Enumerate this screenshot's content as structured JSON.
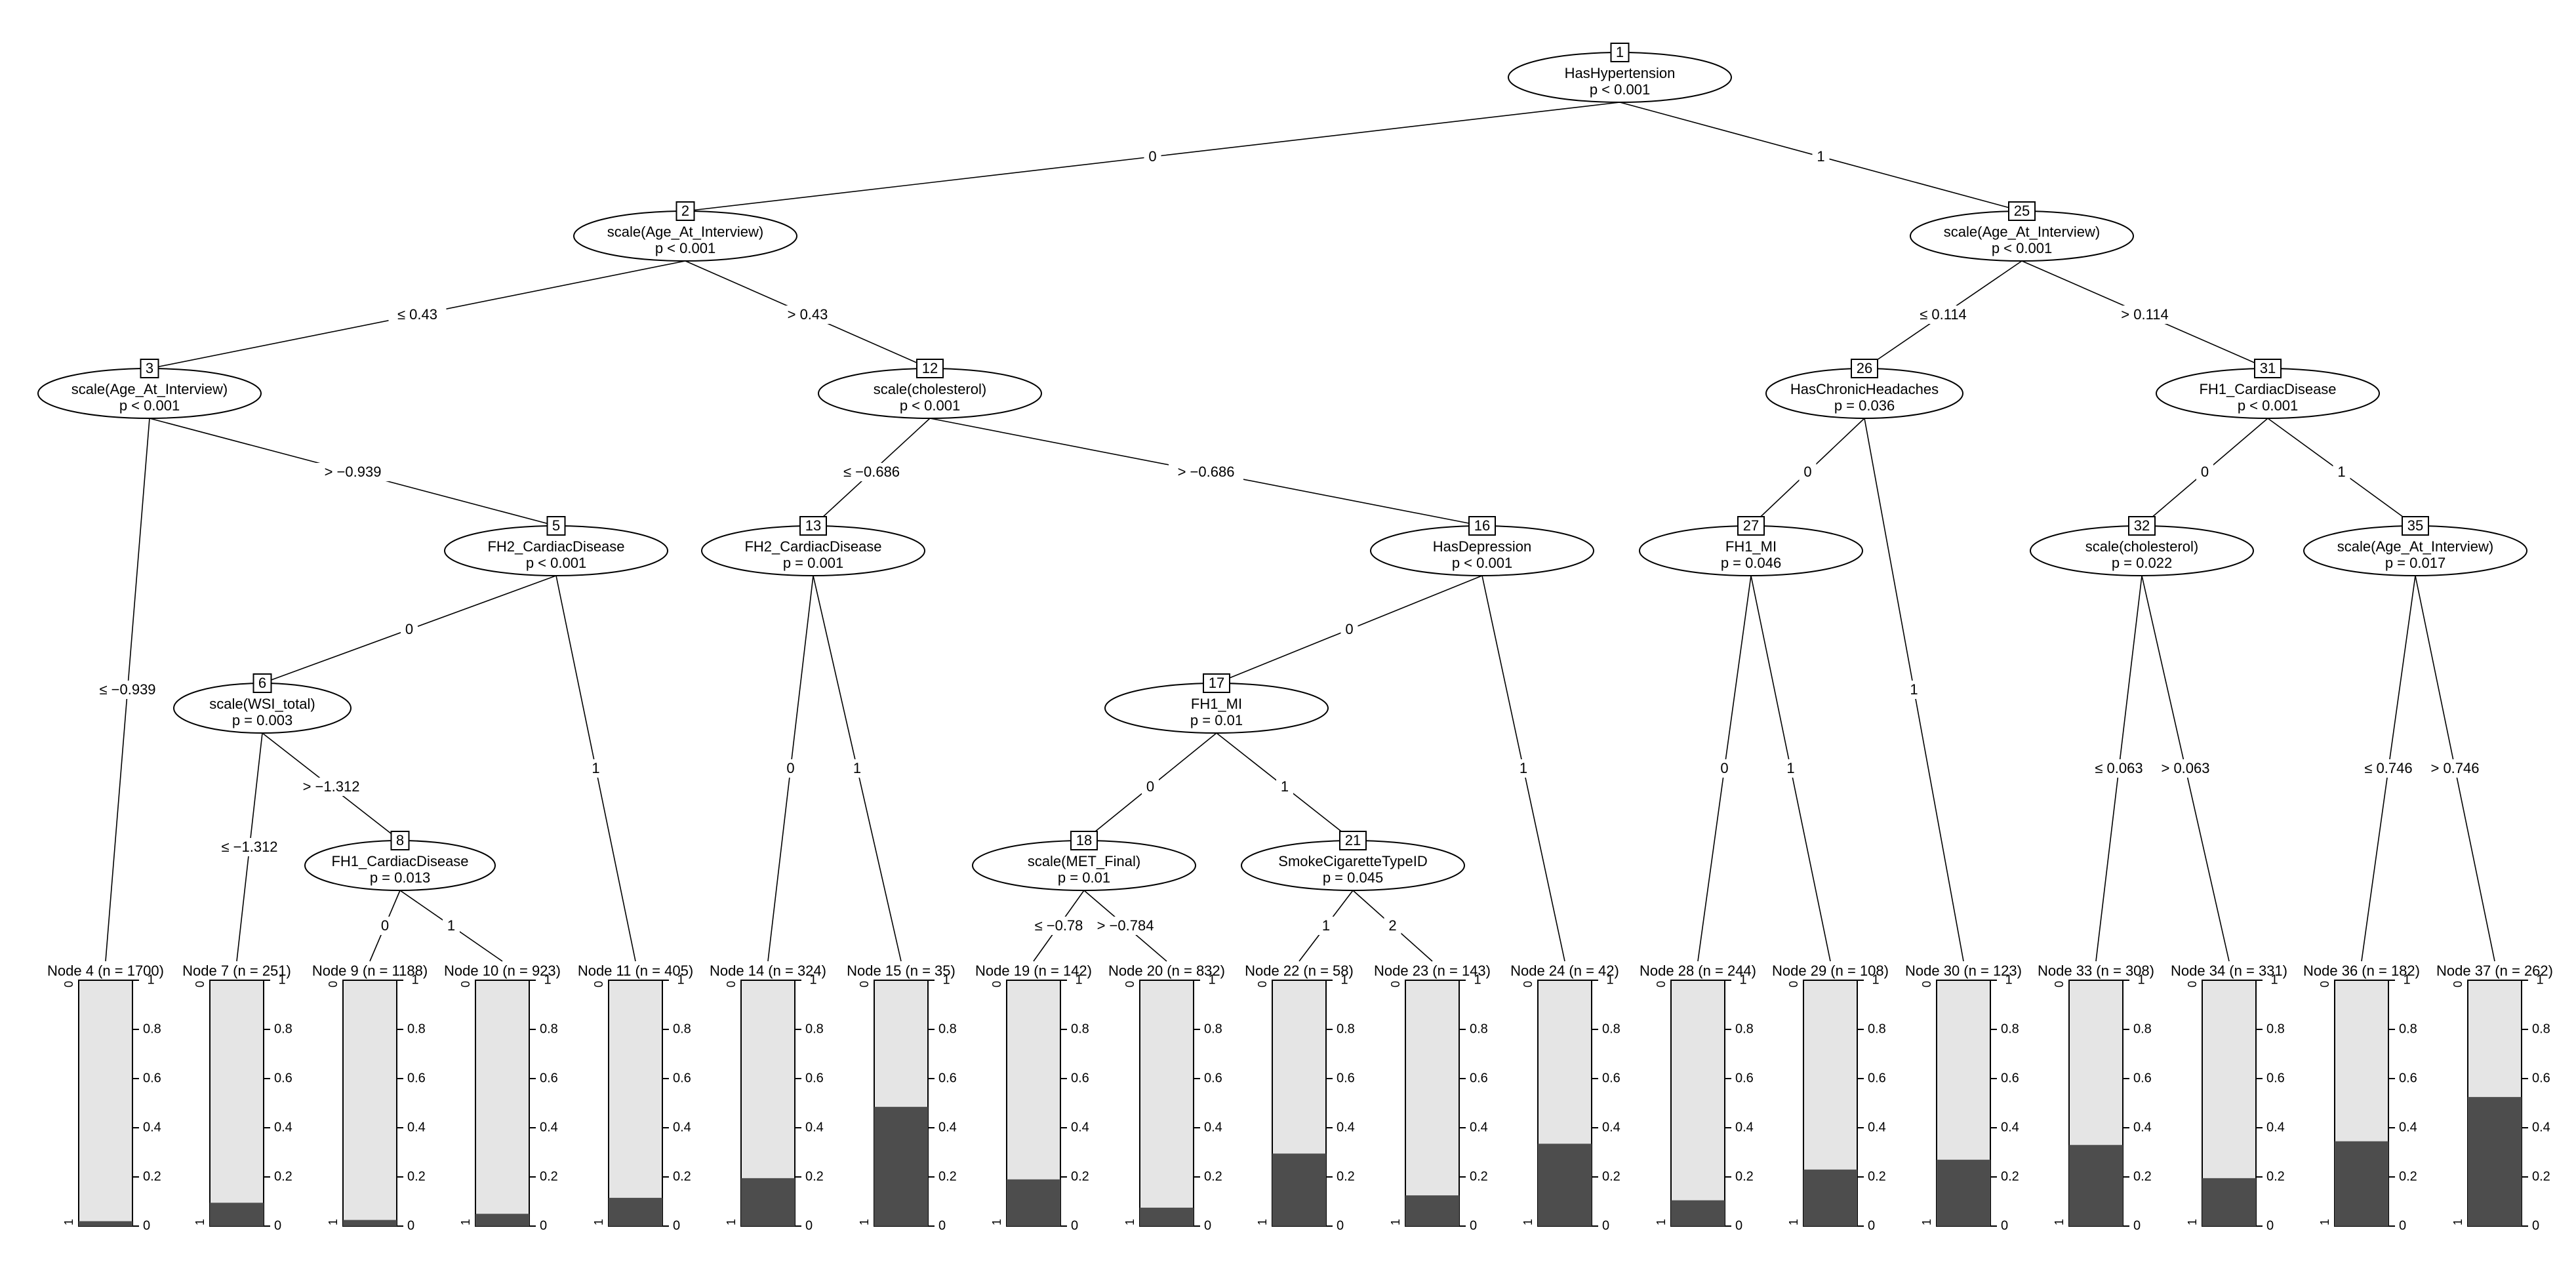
{
  "colors": {
    "bar_background": "#e5e5e5",
    "bar_fill": "#4d4d4d",
    "line": "#000000"
  },
  "inner_nodes": [
    {
      "id": "1",
      "var": "HasHypertension",
      "p": "p < 0.001"
    },
    {
      "id": "2",
      "var": "scale(Age_At_Interview)",
      "p": "p < 0.001"
    },
    {
      "id": "3",
      "var": "scale(Age_At_Interview)",
      "p": "p < 0.001"
    },
    {
      "id": "5",
      "var": "FH2_CardiacDisease",
      "p": "p < 0.001"
    },
    {
      "id": "6",
      "var": "scale(WSI_total)",
      "p": "p = 0.003"
    },
    {
      "id": "8",
      "var": "FH1_CardiacDisease",
      "p": "p = 0.013"
    },
    {
      "id": "12",
      "var": "scale(cholesterol)",
      "p": "p < 0.001"
    },
    {
      "id": "13",
      "var": "FH2_CardiacDisease",
      "p": "p = 0.001"
    },
    {
      "id": "16",
      "var": "HasDepression",
      "p": "p < 0.001"
    },
    {
      "id": "17",
      "var": "FH1_MI",
      "p": "p = 0.01"
    },
    {
      "id": "18",
      "var": "scale(MET_Final)",
      "p": "p = 0.01"
    },
    {
      "id": "21",
      "var": "SmokeCigaretteTypeID",
      "p": "p = 0.045"
    },
    {
      "id": "25",
      "var": "scale(Age_At_Interview)",
      "p": "p < 0.001"
    },
    {
      "id": "26",
      "var": "HasChronicHeadaches",
      "p": "p = 0.036"
    },
    {
      "id": "27",
      "var": "FH1_MI",
      "p": "p = 0.046"
    },
    {
      "id": "31",
      "var": "FH1_CardiacDisease",
      "p": "p < 0.001"
    },
    {
      "id": "32",
      "var": "scale(cholesterol)",
      "p": "p = 0.022"
    },
    {
      "id": "35",
      "var": "scale(Age_At_Interview)",
      "p": "p = 0.017"
    }
  ],
  "edges": [
    {
      "from": "1",
      "to": "2",
      "label": "0"
    },
    {
      "from": "1",
      "to": "25",
      "label": "1"
    },
    {
      "from": "2",
      "to": "3",
      "label": "≤ 0.43"
    },
    {
      "from": "2",
      "to": "12",
      "label": "> 0.43"
    },
    {
      "from": "3",
      "to": "4",
      "label": "≤ −0.939"
    },
    {
      "from": "3",
      "to": "5",
      "label": "> −0.939"
    },
    {
      "from": "5",
      "to": "6",
      "label": "0"
    },
    {
      "from": "5",
      "to": "11",
      "label": "1"
    },
    {
      "from": "6",
      "to": "7",
      "label": "≤ −1.312"
    },
    {
      "from": "6",
      "to": "8",
      "label": "> −1.312"
    },
    {
      "from": "8",
      "to": "9",
      "label": "0"
    },
    {
      "from": "8",
      "to": "10",
      "label": "1"
    },
    {
      "from": "12",
      "to": "13",
      "label": "≤ −0.686"
    },
    {
      "from": "12",
      "to": "16",
      "label": "> −0.686"
    },
    {
      "from": "13",
      "to": "14",
      "label": "0"
    },
    {
      "from": "13",
      "to": "15",
      "label": "1"
    },
    {
      "from": "16",
      "to": "17",
      "label": "0"
    },
    {
      "from": "16",
      "to": "24",
      "label": "1"
    },
    {
      "from": "17",
      "to": "18",
      "label": "0"
    },
    {
      "from": "17",
      "to": "21",
      "label": "1"
    },
    {
      "from": "18",
      "to": "19",
      "label": "≤ −0.78"
    },
    {
      "from": "18",
      "to": "20",
      "label": "> −0.784"
    },
    {
      "from": "21",
      "to": "22",
      "label": "1"
    },
    {
      "from": "21",
      "to": "23",
      "label": "2"
    },
    {
      "from": "25",
      "to": "26",
      "label": "≤ 0.114"
    },
    {
      "from": "25",
      "to": "31",
      "label": "> 0.114"
    },
    {
      "from": "26",
      "to": "27",
      "label": "0"
    },
    {
      "from": "26",
      "to": "30",
      "label": "1"
    },
    {
      "from": "27",
      "to": "28",
      "label": "0"
    },
    {
      "from": "27",
      "to": "29",
      "label": "1"
    },
    {
      "from": "31",
      "to": "32",
      "label": "0"
    },
    {
      "from": "31",
      "to": "35",
      "label": "1"
    },
    {
      "from": "32",
      "to": "33",
      "label": "≤ 0.063"
    },
    {
      "from": "32",
      "to": "34",
      "label": "> 0.063"
    },
    {
      "from": "35",
      "to": "36",
      "label": "≤ 0.746"
    },
    {
      "from": "35",
      "to": "37",
      "label": "> 0.746"
    }
  ],
  "terminal_nodes": [
    {
      "id": "4",
      "title": "Node 4 (n = 1700)",
      "proportion_1": 0.02
    },
    {
      "id": "7",
      "title": "Node 7 (n = 251)",
      "proportion_1": 0.095
    },
    {
      "id": "9",
      "title": "Node 9 (n = 1188)",
      "proportion_1": 0.025
    },
    {
      "id": "10",
      "title": "Node 10 (n = 923)",
      "proportion_1": 0.05
    },
    {
      "id": "11",
      "title": "Node 11 (n = 405)",
      "proportion_1": 0.115
    },
    {
      "id": "14",
      "title": "Node 14 (n = 324)",
      "proportion_1": 0.195
    },
    {
      "id": "15",
      "title": "Node 15 (n = 35)",
      "proportion_1": 0.485
    },
    {
      "id": "19",
      "title": "Node 19 (n = 142)",
      "proportion_1": 0.19
    },
    {
      "id": "20",
      "title": "Node 20 (n = 832)",
      "proportion_1": 0.075
    },
    {
      "id": "22",
      "title": "Node 22 (n = 58)",
      "proportion_1": 0.295
    },
    {
      "id": "23",
      "title": "Node 23 (n = 143)",
      "proportion_1": 0.125
    },
    {
      "id": "24",
      "title": "Node 24 (n = 42)",
      "proportion_1": 0.335
    },
    {
      "id": "28",
      "title": "Node 28 (n = 244)",
      "proportion_1": 0.105
    },
    {
      "id": "29",
      "title": "Node 29 (n = 108)",
      "proportion_1": 0.23
    },
    {
      "id": "30",
      "title": "Node 30 (n = 123)",
      "proportion_1": 0.27
    },
    {
      "id": "33",
      "title": "Node 33 (n = 308)",
      "proportion_1": 0.33
    },
    {
      "id": "34",
      "title": "Node 34 (n = 331)",
      "proportion_1": 0.195
    },
    {
      "id": "36",
      "title": "Node 36 (n = 182)",
      "proportion_1": 0.345
    },
    {
      "id": "37",
      "title": "Node 37 (n = 262)",
      "proportion_1": 0.525
    }
  ],
  "bar_axis": {
    "ticks": [
      "0.8",
      "0.6",
      "0.4",
      "0.2",
      "0"
    ],
    "top_label": "1",
    "left_top": "0",
    "left_bottom": "1"
  }
}
